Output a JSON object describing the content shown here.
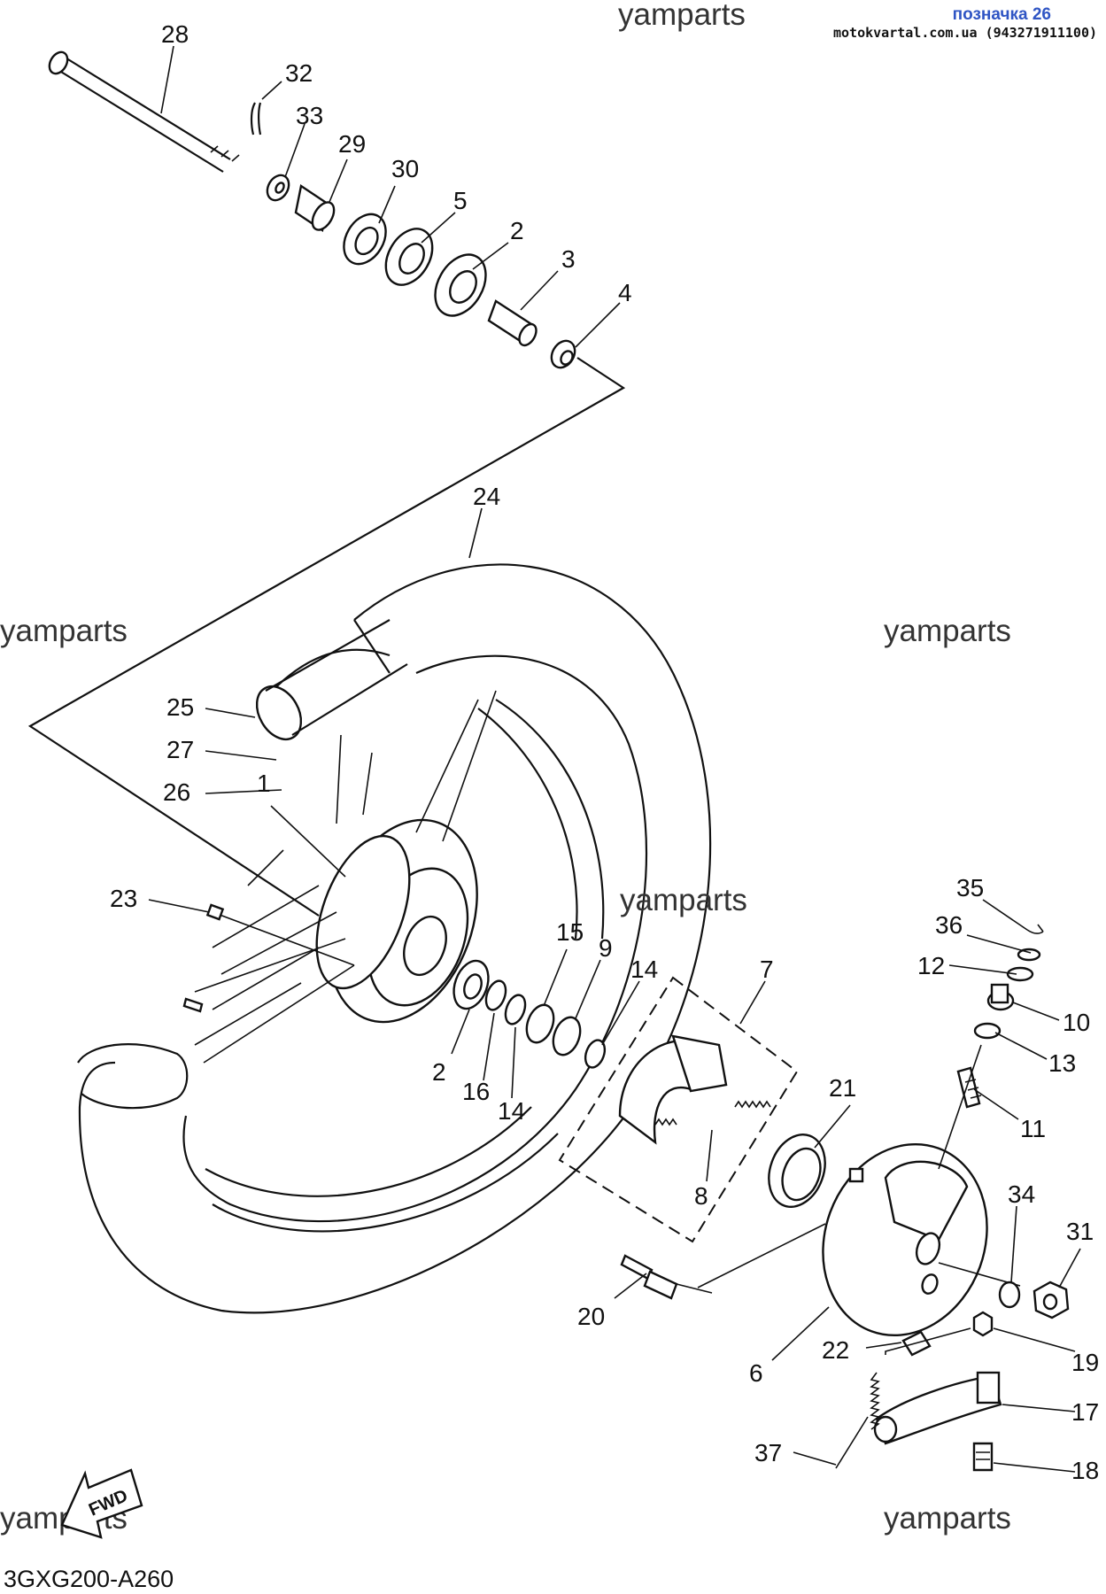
{
  "header": {
    "watermark_top": "yamparts",
    "bookmark_label": "позначка 26",
    "source_line": "motokvartal.com.ua (943271911100)"
  },
  "watermarks": {
    "mid_left": "yamparts",
    "mid_right": "yamparts",
    "center": "yamparts",
    "bottom_left": "yamparts",
    "bottom_right": "yamparts"
  },
  "footer": {
    "diagram_code": "3GXG200-A260",
    "fwd_label": "FWD"
  },
  "callouts": [
    "28",
    "32",
    "33",
    "29",
    "30",
    "5",
    "2",
    "3",
    "4",
    "24",
    "25",
    "27",
    "26",
    "1",
    "23",
    "15",
    "9",
    "14",
    "7",
    "2",
    "16",
    "14",
    "8",
    "21",
    "35",
    "36",
    "12",
    "10",
    "13",
    "11",
    "34",
    "31",
    "20",
    "6",
    "22",
    "19",
    "17",
    "37",
    "18"
  ],
  "icons": {
    "fwd_arrow": "fwd-arrow-icon"
  }
}
